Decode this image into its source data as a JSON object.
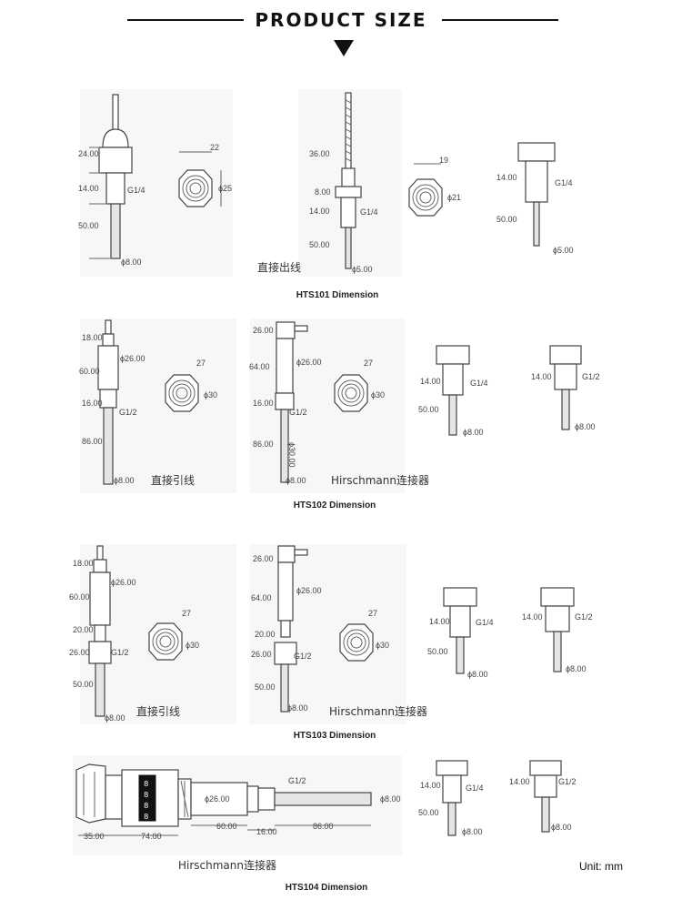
{
  "header": {
    "title": "PRODUCT SIZE"
  },
  "sections": {
    "hts101": {
      "caption": "HTS101 Dimension",
      "note": "直接出线",
      "a": {
        "d1": "24.00",
        "d2": "14.00",
        "d3": "50.00",
        "thread": "G1/4",
        "dia": "ϕ8.00"
      },
      "hexA": {
        "w": "22",
        "h": "ϕ25"
      },
      "b": {
        "d1": "36.00",
        "d2": "8.00",
        "d3": "14.00",
        "d4": "50.00",
        "thread": "G1/4",
        "dia": "ϕ5.00"
      },
      "hexB": {
        "w": "19",
        "h": "ϕ21"
      },
      "c": {
        "d1": "14.00",
        "d2": "50.00",
        "thread": "G1/4",
        "dia": "ϕ5.00"
      }
    },
    "hts102": {
      "caption": "HTS102 Dimension",
      "note1": "直接引线",
      "note2": "Hirschmann连接器",
      "a": {
        "d1": "18.00",
        "d2": "60.00",
        "d3": "16.00",
        "d4": "86.00",
        "od": "ϕ26.00",
        "thread": "G1/2",
        "dia": "ϕ8.00"
      },
      "hexA": {
        "w": "27",
        "h": "ϕ30"
      },
      "b": {
        "d1": "26.00",
        "d2": "64.00",
        "d3": "16.00",
        "d4": "86.00",
        "od": "ϕ26.00",
        "thread": "G1/2",
        "rod": "ϕ30.00",
        "dia": "ϕ8.00"
      },
      "hexB": {
        "w": "27",
        "h": "ϕ30"
      },
      "c": {
        "d1": "14.00",
        "d2": "50.00",
        "thread": "G1/4",
        "dia": "ϕ8.00"
      },
      "d": {
        "d1": "14.00",
        "thread": "G1/2",
        "dia": "ϕ8.00"
      }
    },
    "hts103": {
      "caption": "HTS103 Dimension",
      "note1": "直接引线",
      "note2": "Hirschmann连接器",
      "a": {
        "d1": "18.00",
        "d2": "60.00",
        "d3": "20.00",
        "d4": "26.00",
        "d5": "50.00",
        "od": "ϕ26.00",
        "thread": "G1/2",
        "dia": "ϕ8.00"
      },
      "hexA": {
        "w": "27",
        "h": "ϕ30"
      },
      "b": {
        "d1": "26.00",
        "d2": "64.00",
        "d3": "20.00",
        "d4": "26.00",
        "d5": "50.00",
        "od": "ϕ26.00",
        "thread": "G1/2",
        "dia": "ϕ8.00"
      },
      "hexB": {
        "w": "27",
        "h": "ϕ30"
      },
      "c": {
        "d1": "14.00",
        "d2": "50.00",
        "thread": "G1/4",
        "dia": "ϕ8.00"
      },
      "d": {
        "d1": "14.00",
        "thread": "G1/2",
        "dia": "ϕ8.00"
      }
    },
    "hts104": {
      "caption": "HTS104 Dimension",
      "note": "Hirschmann连接器",
      "unit": "Unit: mm",
      "a": {
        "d1": "35.00",
        "d2": "74.00",
        "d3": "60.00",
        "d4": "16.00",
        "d5": "86.00",
        "od": "ϕ26.00",
        "thread": "G1/2",
        "dia": "ϕ8.00"
      },
      "c": {
        "d1": "14.00",
        "d2": "50.00",
        "thread": "G1/4",
        "dia": "ϕ8.00"
      },
      "d": {
        "d1": "14.00",
        "thread": "G1/2",
        "dia": "ϕ8.00"
      }
    }
  }
}
